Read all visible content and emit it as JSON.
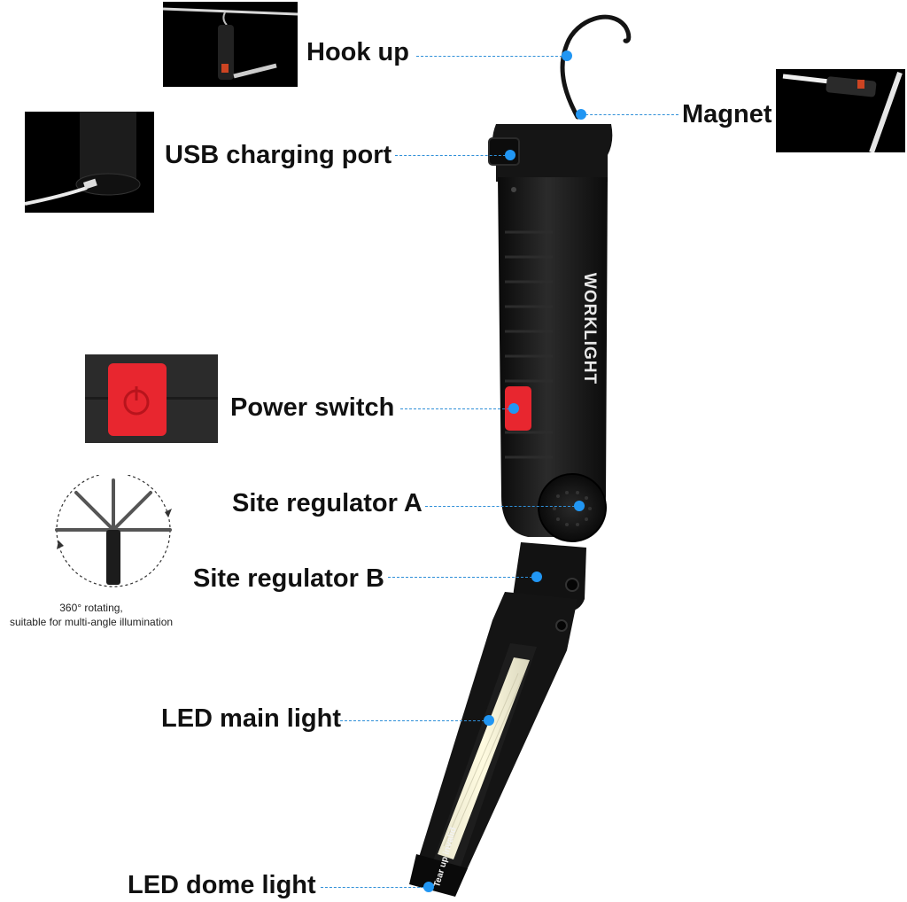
{
  "labels": {
    "hook_up": "Hook up",
    "magnet": "Magnet",
    "usb_port": "USB charging port",
    "power_switch": "Power switch",
    "regulator_a": "Site regulator A",
    "regulator_b": "Site regulator B",
    "main_light": "LED main light",
    "dome_light": "LED dome light"
  },
  "product": {
    "brand_text": "WORKLIGHT",
    "tear_text": "Tear up invalid"
  },
  "rotation": {
    "caption_line1": "360° rotating,",
    "caption_line2": "suitable for multi-angle illumination"
  },
  "colors": {
    "accent_dot": "#2196f3",
    "power_button": "#e8262f",
    "body": "#1a1a1a",
    "led": "#fff9d6"
  },
  "icons": [
    "power-icon",
    "hook-icon",
    "magnet-icon",
    "usb-icon"
  ]
}
